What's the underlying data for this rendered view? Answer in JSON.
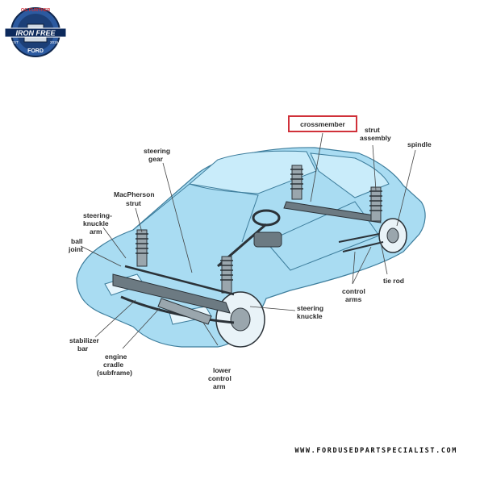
{
  "logo": {
    "arc_text": "OG FURTHER",
    "brand": "IRON FREE",
    "est_left": "EST",
    "est_right": "2019",
    "sub": "FORD"
  },
  "labels": {
    "crossmember": "crossmember",
    "strut_assembly": [
      "strut",
      "assembly"
    ],
    "spindle": "spindle",
    "steering_gear": [
      "steering",
      "gear"
    ],
    "macpherson_strut": [
      "MacPherson",
      "strut"
    ],
    "steering_knuckle_arm": [
      "steering-",
      "knuckle",
      "arm"
    ],
    "ball_joint": [
      "ball",
      "joint"
    ],
    "tie_rod": "tie rod",
    "control_arms": [
      "control",
      "arms"
    ],
    "steering_knuckle": [
      "steering",
      "knuckle"
    ],
    "stabilizer_bar": [
      "stabilizer",
      "bar"
    ],
    "engine_cradle": [
      "engine",
      "cradle",
      "(subframe)"
    ],
    "lower_control_arm": [
      "lower",
      "control",
      "arm"
    ]
  },
  "highlight_color": "#d0313a",
  "footer_url": "WWW.FORDUSEDPARTSPECIALIST.COM"
}
